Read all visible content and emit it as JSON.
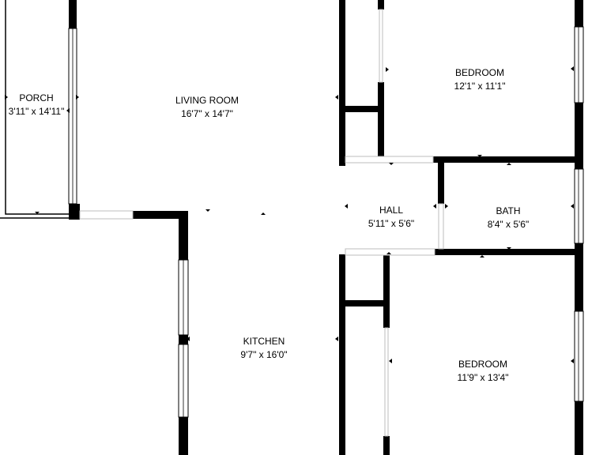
{
  "rooms": [
    {
      "id": "porch",
      "name": "PORCH",
      "dims": "3'11\" x 14'11\""
    },
    {
      "id": "living",
      "name": "LIVING ROOM",
      "dims": "16'7\" x 14'7\""
    },
    {
      "id": "bed1",
      "name": "BEDROOM",
      "dims": "12'1\" x 11'1\""
    },
    {
      "id": "hall",
      "name": "HALL",
      "dims": "5'11\" x 5'6\""
    },
    {
      "id": "bath",
      "name": "BATH",
      "dims": "8'4\" x 5'6\""
    },
    {
      "id": "kitchen",
      "name": "KITCHEN",
      "dims": "9'7\" x 16'0\""
    },
    {
      "id": "bed2",
      "name": "BEDROOM",
      "dims": "11'9\" x 13'4\""
    }
  ],
  "colors": {
    "wall": "#000000",
    "background": "#ffffff",
    "opening": "#bdbdbd"
  }
}
